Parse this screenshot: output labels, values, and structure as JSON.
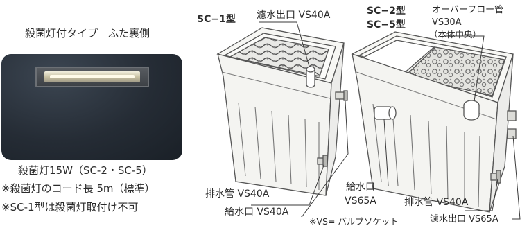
{
  "left_panel": {
    "title": "殺菌灯付タイプ　ふた裏側",
    "caption_lines": [
      "殺菌灯15W（SC-2・SC-5）",
      "※殺菌灯のコード長 5m（標準）",
      "※SC-1型は殺菌灯取付け不可"
    ]
  },
  "sc1": {
    "model": "SC−1型",
    "labels": {
      "filter_outlet": "濾水出口 VS40A",
      "drain_pipe": "排水管 VS40A",
      "water_inlet": "給水口 VS40A"
    }
  },
  "sc2": {
    "models": [
      "SC−2型",
      "SC−5型"
    ],
    "labels": {
      "overflow_lines": [
        "オーバーフロー管",
        "VS30A",
        "（本体中央）"
      ],
      "water_inlet_lines": [
        "給水口",
        "VS65A"
      ],
      "drain_pipe": "排水管 VS40A",
      "filter_outlet": "濾水出口 VS65A"
    }
  },
  "footnote": "※VS= バルブソケット",
  "colors": {
    "text": "#2b2b2b",
    "line": "#3a3a3a",
    "tank_fill": "#f7f7f4",
    "tank_stroke": "#555555",
    "lid_photo": "#252c35"
  }
}
